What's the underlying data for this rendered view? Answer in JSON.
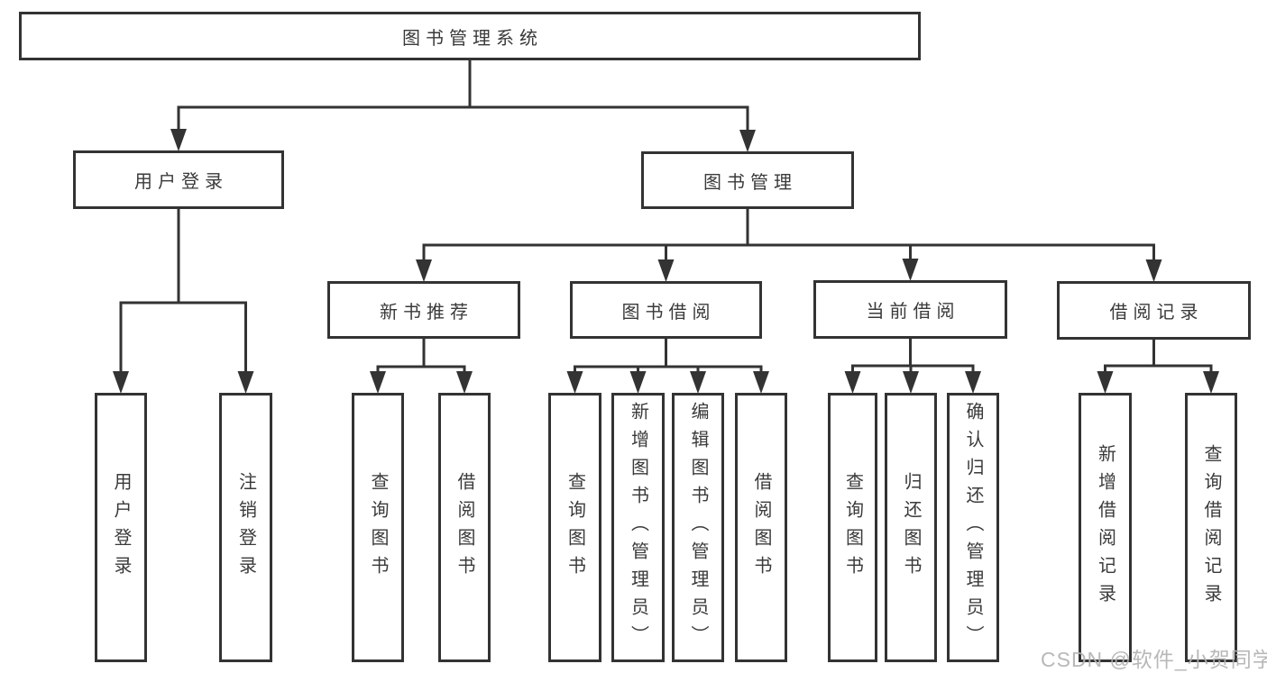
{
  "diagram": {
    "title": "图书管理系统",
    "watermark": "CSDN @软件_小贺同学",
    "colors": {
      "line": "#333333",
      "box_border": "#333333",
      "text": "#3a3a3a",
      "background": "#ffffff",
      "watermark": "#b2b2b2"
    },
    "nodes": [
      {
        "id": "root",
        "label": "图书管理系统",
        "level": 0,
        "orientation": "horizontal"
      },
      {
        "id": "user-login",
        "label": "用户登录",
        "level": 1,
        "orientation": "horizontal"
      },
      {
        "id": "book-management",
        "label": "图书管理",
        "level": 1,
        "orientation": "horizontal"
      },
      {
        "id": "new-book-rec",
        "label": "新书推荐",
        "level": 2,
        "orientation": "horizontal"
      },
      {
        "id": "book-borrowing",
        "label": "图书借阅",
        "level": 2,
        "orientation": "horizontal"
      },
      {
        "id": "current-borrowing",
        "label": "当前借阅",
        "level": 2,
        "orientation": "horizontal"
      },
      {
        "id": "borrowing-records",
        "label": "借阅记录",
        "level": 2,
        "orientation": "horizontal"
      },
      {
        "id": "leaf-user-login",
        "label": "用户登录",
        "level": 3,
        "orientation": "vertical"
      },
      {
        "id": "leaf-logout",
        "label": "注销登录",
        "level": 3,
        "orientation": "vertical"
      },
      {
        "id": "leaf-query-books-rec",
        "label": "查询图书",
        "level": 3,
        "orientation": "vertical"
      },
      {
        "id": "leaf-borrow-books-rec",
        "label": "借阅图书",
        "level": 3,
        "orientation": "vertical"
      },
      {
        "id": "leaf-query-books-borrow",
        "label": "查询图书",
        "level": 3,
        "orientation": "vertical"
      },
      {
        "id": "leaf-add-books",
        "label": "新增图书（管理员）",
        "level": 3,
        "orientation": "vertical"
      },
      {
        "id": "leaf-edit-books",
        "label": "编辑图书（管理员）",
        "level": 3,
        "orientation": "vertical"
      },
      {
        "id": "leaf-borrow-books",
        "label": "借阅图书",
        "level": 3,
        "orientation": "vertical"
      },
      {
        "id": "leaf-query-books-current",
        "label": "查询图书",
        "level": 3,
        "orientation": "vertical"
      },
      {
        "id": "leaf-return-books",
        "label": "归还图书",
        "level": 3,
        "orientation": "vertical"
      },
      {
        "id": "leaf-confirm-return",
        "label": "确认归还（管理员）",
        "level": 3,
        "orientation": "vertical"
      },
      {
        "id": "leaf-add-borrow-record",
        "label": "新增借阅记录",
        "level": 3,
        "orientation": "vertical"
      },
      {
        "id": "leaf-query-borrow-record",
        "label": "查询借阅记录",
        "level": 3,
        "orientation": "vertical"
      }
    ],
    "edges": [
      {
        "from": "root",
        "to": [
          "user-login",
          "book-management"
        ]
      },
      {
        "from": "user-login",
        "to": [
          "leaf-user-login",
          "leaf-logout"
        ]
      },
      {
        "from": "book-management",
        "to": [
          "new-book-rec",
          "book-borrowing",
          "current-borrowing",
          "borrowing-records"
        ]
      },
      {
        "from": "new-book-rec",
        "to": [
          "leaf-query-books-rec",
          "leaf-borrow-books-rec"
        ]
      },
      {
        "from": "book-borrowing",
        "to": [
          "leaf-query-books-borrow",
          "leaf-add-books",
          "leaf-edit-books",
          "leaf-borrow-books"
        ]
      },
      {
        "from": "current-borrowing",
        "to": [
          "leaf-query-books-current",
          "leaf-return-books",
          "leaf-confirm-return"
        ]
      },
      {
        "from": "borrowing-records",
        "to": [
          "leaf-add-borrow-record",
          "leaf-query-borrow-record"
        ]
      }
    ]
  }
}
